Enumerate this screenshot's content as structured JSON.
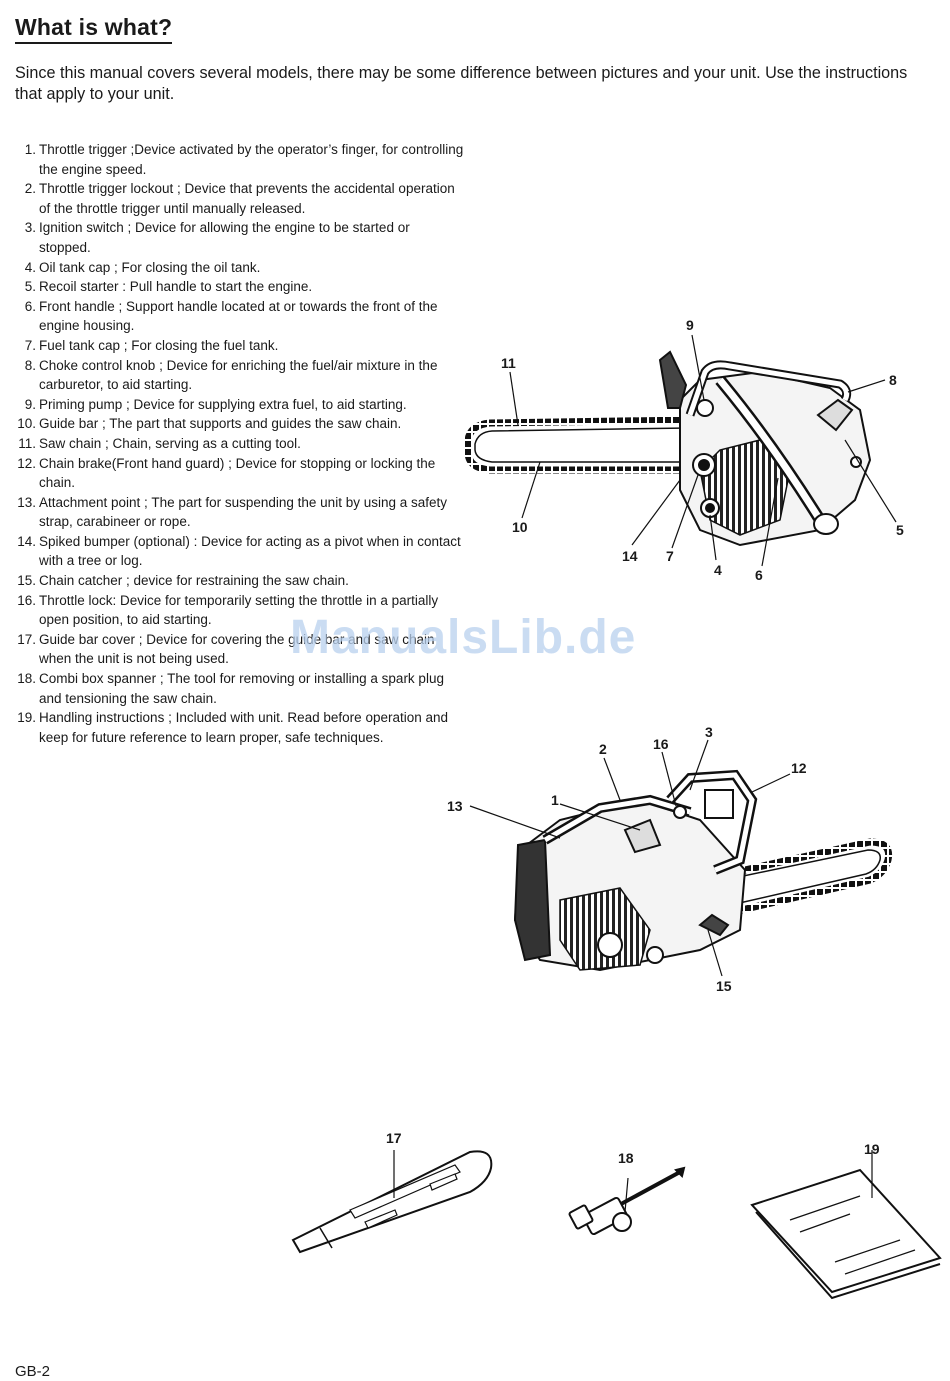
{
  "page": {
    "title": "What is what?",
    "intro": "Since this manual covers several models, there may be some difference between pictures and your unit. Use the instructions that apply to your unit.",
    "footer": "GB-2",
    "watermark": "ManualsLib.de"
  },
  "parts": [
    {
      "num": "1.",
      "text": "Throttle trigger ;Device activated by the operator’s finger, for controlling the engine speed."
    },
    {
      "num": "2.",
      "text": "Throttle trigger lockout ; Device that prevents the accidental operation of the throttle trigger until manually released."
    },
    {
      "num": "3.",
      "text": "Ignition switch ; Device for allowing the engine to be started or stopped."
    },
    {
      "num": "4.",
      "text": "Oil tank cap ; For closing the oil tank."
    },
    {
      "num": "5.",
      "text": "Recoil starter : Pull handle to start the engine."
    },
    {
      "num": "6.",
      "text": "Front handle ; Support handle located at or towards the front of the engine housing."
    },
    {
      "num": "7.",
      "text": "Fuel tank cap ; For closing the fuel tank."
    },
    {
      "num": "8.",
      "text": "Choke control knob ; Device for enriching the fuel/air mixture in the carburetor, to aid starting."
    },
    {
      "num": "9.",
      "text": "Priming pump ; Device for supplying extra fuel, to aid starting."
    },
    {
      "num": "10.",
      "text": "Guide bar ; The part that supports and guides the saw chain."
    },
    {
      "num": "11.",
      "text": "Saw chain ; Chain, serving as a cutting tool."
    },
    {
      "num": "12.",
      "text": "Chain brake(Front hand guard) ; Device for stopping or locking the chain."
    },
    {
      "num": "13.",
      "text": "Attachment point ; The part for suspending the unit by using a safety strap, carabineer or rope."
    },
    {
      "num": "14.",
      "text": "Spiked bumper (optional) : Device for acting as a pivot when in contact with a tree or log."
    },
    {
      "num": "15.",
      "text": "Chain catcher ; device for restraining the saw chain."
    },
    {
      "num": "16.",
      "text": "Throttle lock: Device for temporarily setting the throttle in a partially open position, to aid starting."
    },
    {
      "num": "17.",
      "text": "Guide bar cover ; Device for covering the guide bar and saw chain when the unit is not being used."
    },
    {
      "num": "18.",
      "text": "Combi box spanner ; The tool for removing or installing a spark plug and tensioning the saw chain."
    },
    {
      "num": "19.",
      "text": "Handling instructions ; Included with unit. Read before operation and keep for future reference to learn proper, safe techniques."
    }
  ],
  "figure_labels": {
    "top": [
      "9",
      "8",
      "11",
      "10",
      "14",
      "7",
      "4",
      "6",
      "5"
    ],
    "middle": [
      "2",
      "16",
      "3",
      "12",
      "13",
      "1",
      "15"
    ],
    "bottom": [
      "17",
      "18",
      "19"
    ]
  }
}
